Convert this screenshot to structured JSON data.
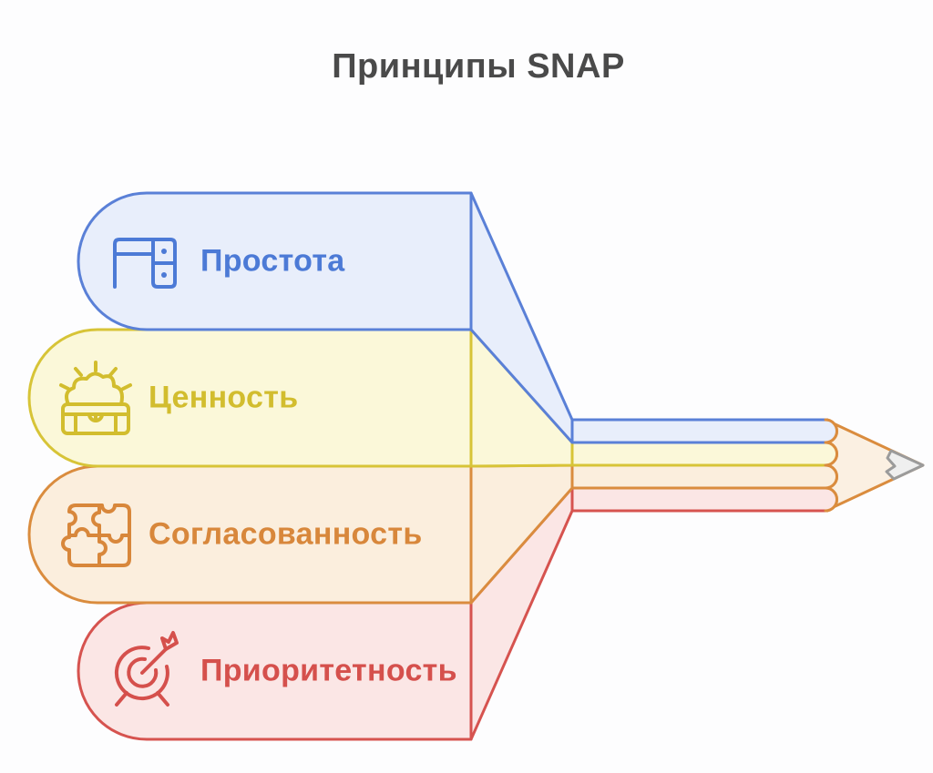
{
  "title": "Принципы SNAP",
  "title_color": "#4a4a4a",
  "background": "#fdfdfe",
  "rows": [
    {
      "label": "Простота",
      "icon": "desk-icon",
      "fill": "#e8eefb",
      "stroke": "#5a80d7",
      "text_color": "#4c7ad6"
    },
    {
      "label": "Ценность",
      "icon": "treasure-chest-icon",
      "fill": "#fbf8d9",
      "stroke": "#d7c437",
      "text_color": "#d2bd2e"
    },
    {
      "label": "Согласованность",
      "icon": "puzzle-icon",
      "fill": "#fbeedd",
      "stroke": "#da8c3e",
      "text_color": "#d8873b"
    },
    {
      "label": "Приоритетность",
      "icon": "target-dart-icon",
      "fill": "#fbe6e5",
      "stroke": "#d6534f",
      "text_color": "#d5504c"
    }
  ],
  "pencil": {
    "wood_fill": "#fbf0e2",
    "wood_stroke": "#da8c3e",
    "tip_fill": "#efefef",
    "tip_stroke": "#9b9b9b"
  }
}
